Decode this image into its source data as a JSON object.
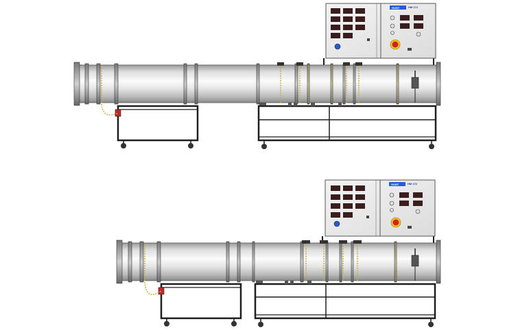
{
  "image": {
    "description_free": true
  },
  "variants": [
    {
      "id": "top",
      "panel_badge": "GUNT",
      "panel_code": "HM 172"
    },
    {
      "id": "bottom",
      "panel_badge": "GUNT",
      "panel_code": "HM 172"
    }
  ],
  "colors": {
    "duct_light": "#f4f4f4",
    "duct_mid": "#c8c8c8",
    "duct_dark": "#8c8c8c",
    "frame": "#222222",
    "panel_bg": "#e9e9e9",
    "display": "#3a1a1a",
    "sensor_cable": "#d8b84a",
    "emergency_red": "#d42020",
    "emergency_yellow": "#f2c81c",
    "badge_blue": "#2a5bd7"
  },
  "icons": {
    "emergency_stop": "emergency-stop-icon",
    "power_switch": "power-switch-icon",
    "wheel": "caster-wheel-icon"
  }
}
